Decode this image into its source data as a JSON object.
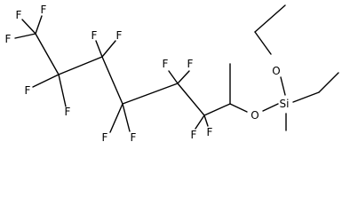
{
  "molecule": {
    "atoms": [
      {
        "id": "F1",
        "label": "F"
      },
      {
        "id": "F2",
        "label": "F"
      },
      {
        "id": "F3",
        "label": "F"
      },
      {
        "id": "F4",
        "label": "F"
      },
      {
        "id": "F5",
        "label": "F"
      },
      {
        "id": "F6",
        "label": "F"
      },
      {
        "id": "F7",
        "label": "F"
      },
      {
        "id": "F8",
        "label": "F"
      },
      {
        "id": "F9",
        "label": "F"
      },
      {
        "id": "F10",
        "label": "F"
      },
      {
        "id": "F11",
        "label": "F"
      },
      {
        "id": "F12",
        "label": "F"
      },
      {
        "id": "F13",
        "label": "F"
      },
      {
        "id": "O1",
        "label": "O"
      },
      {
        "id": "O2",
        "label": "O"
      },
      {
        "id": "Si",
        "label": "Si"
      }
    ]
  }
}
